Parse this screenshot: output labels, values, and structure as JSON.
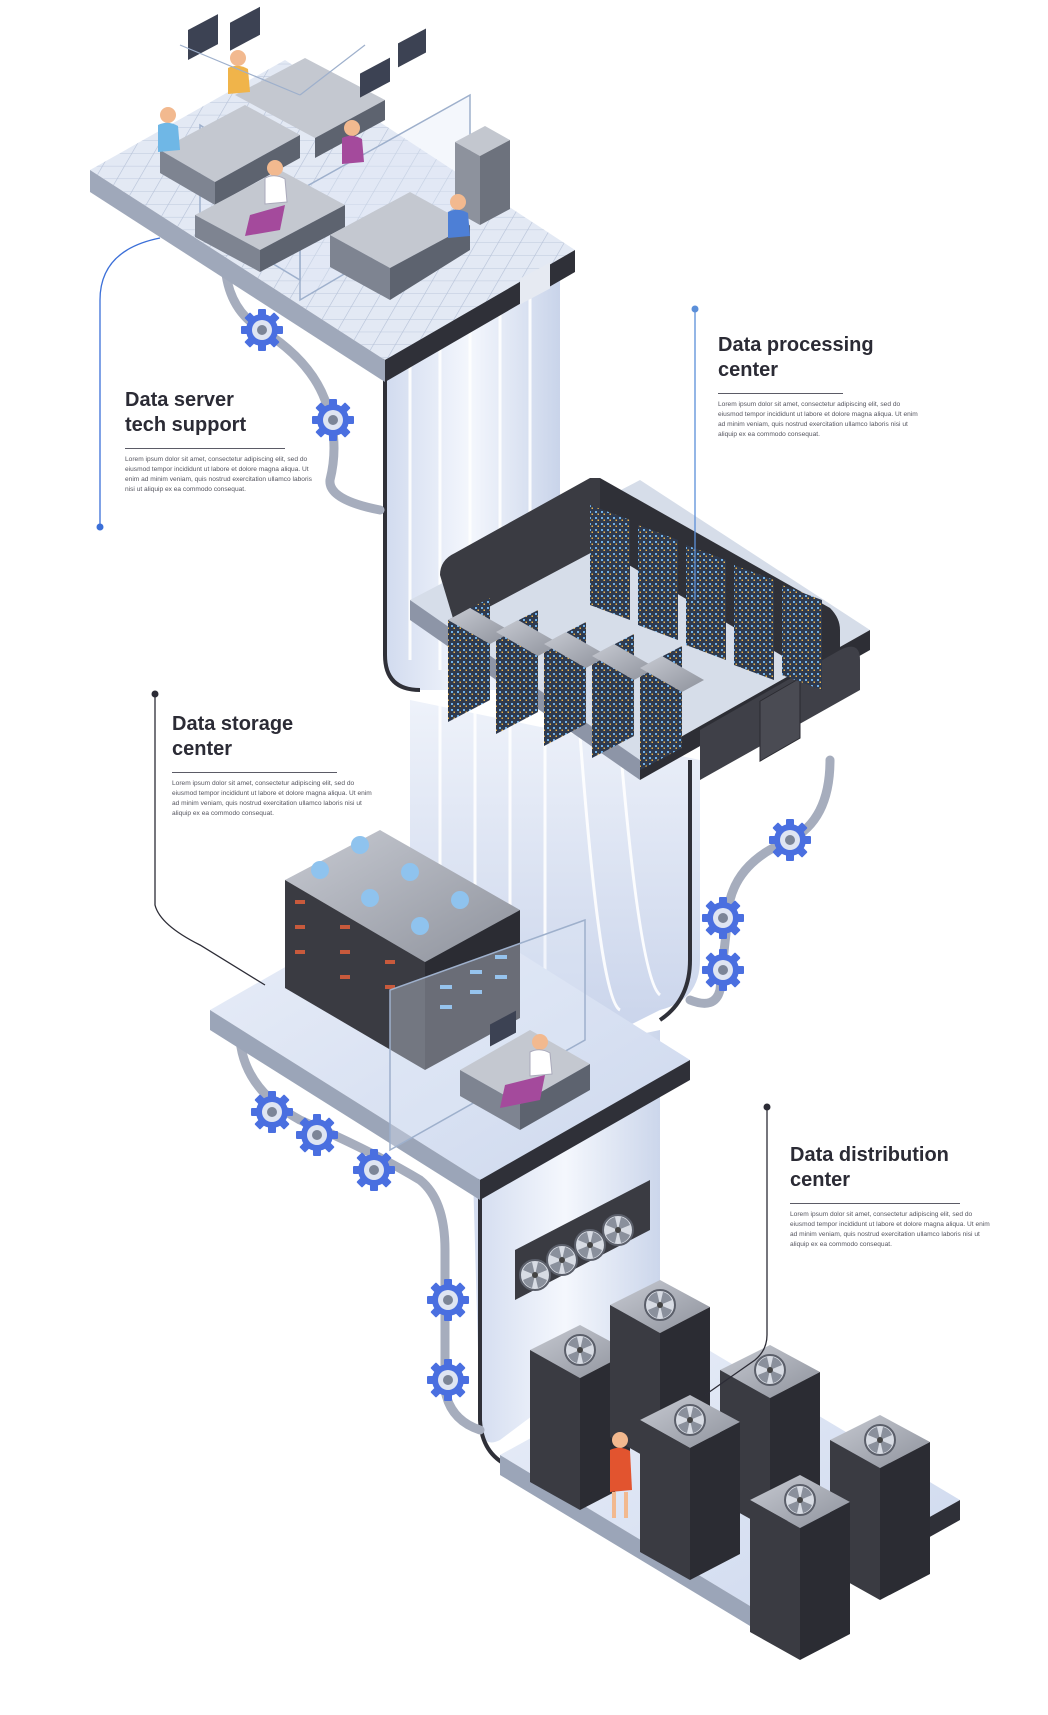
{
  "colors": {
    "accent_blue": "#3b6fd8",
    "gear_blue": "#4a6fe0",
    "rack_dark": "#3a3b42",
    "rack_side": "#55565e",
    "floor_light": "#dde6f5",
    "floor_grid": "#b8c4da",
    "pipe_gray": "#9aa3b4",
    "leader_line": "#2c2c36",
    "leader_dot_blue": "#4f86d9"
  },
  "sections": {
    "tech_support": {
      "title": "Data server\ntech support",
      "body": "Lorem ipsum dolor sit amet, consectetur adipiscing elit, sed do eiusmod tempor incididunt ut labore et dolore magna aliqua. Ut enim ad minim veniam, quis nostrud exercitation ullamco laboris nisi ut aliquip ex ea commodo consequat."
    },
    "processing": {
      "title": "Data processing\ncenter",
      "body": "Lorem ipsum dolor sit amet, consectetur adipiscing elit, sed do eiusmod tempor incididunt ut labore et dolore magna aliqua. Ut enim ad minim veniam, quis nostrud exercitation ullamco laboris nisi ut aliquip ex ea commodo consequat."
    },
    "storage": {
      "title": "Data storage\ncenter",
      "body": "Lorem ipsum dolor sit amet, consectetur adipiscing elit, sed do eiusmod tempor incididunt ut labore et dolore magna aliqua. Ut enim ad minim veniam, quis nostrud exercitation ullamco laboris nisi ut aliquip ex ea commodo consequat."
    },
    "distribution": {
      "title": "Data distribution\ncenter",
      "body": "Lorem ipsum dolor sit amet, consectetur adipiscing elit, sed do eiusmod tempor incididunt ut labore et dolore magna aliqua. Ut enim ad minim veniam, quis nostrud exercitation ullamco laboris nisi ut aliquip ex ea commodo consequat."
    }
  },
  "icons": {
    "gear": "gear-icon",
    "fan": "fan-icon",
    "person": "person-icon"
  }
}
